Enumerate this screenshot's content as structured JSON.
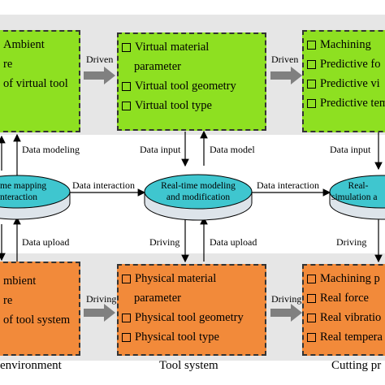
{
  "top_row": {
    "left_box": {
      "lines": [
        "Ambient",
        "re",
        "of virtual tool"
      ]
    },
    "center_box": {
      "items": [
        {
          "text": "Virtual material",
          "cont": false
        },
        {
          "text": "parameter",
          "cont": true
        },
        {
          "text": "Virtual tool geometry",
          "cont": false
        },
        {
          "text": "Virtual tool type",
          "cont": false
        }
      ]
    },
    "right_box": {
      "items": [
        {
          "text": "Machining"
        },
        {
          "text": "Predictive fo"
        },
        {
          "text": "Predictive vi"
        },
        {
          "text": "Predictive tem"
        }
      ]
    }
  },
  "labels": {
    "driven_left": "Driven",
    "driven_right": "Driven",
    "data_modeling": "Data modeling",
    "data_input_center": "Data input",
    "data_model": "Data model",
    "data_input_right": "Data input",
    "data_interaction_left": "Data interaction",
    "data_interaction_right": "Data interaction",
    "data_upload_left": "Data upload",
    "driving_center": "Driving",
    "data_upload_center": "Data upload",
    "driving_right": "Driving",
    "driving_bottom_left": "Driving",
    "driving_bottom_right": "Driving"
  },
  "ellipses": {
    "left": [
      "me mapping",
      "nteraction"
    ],
    "center": [
      "Real-time modeling",
      "and modification"
    ],
    "right": [
      "Real-",
      "simulation a"
    ]
  },
  "bottom_row": {
    "left_box": {
      "lines": [
        "mbient",
        "re",
        "of tool system"
      ]
    },
    "center_box": {
      "items": [
        {
          "text": "Physical material",
          "cont": false
        },
        {
          "text": "parameter",
          "cont": true
        },
        {
          "text": "Physical tool geometry",
          "cont": false
        },
        {
          "text": "Physical tool type",
          "cont": false
        }
      ]
    },
    "right_box": {
      "items": [
        {
          "text": "Machining p"
        },
        {
          "text": "Real force"
        },
        {
          "text": "Real vibratio"
        },
        {
          "text": "Real tempera"
        }
      ]
    }
  },
  "bottom_labels": {
    "left": "environment",
    "center": "Tool system",
    "right": "Cutting pr"
  },
  "colors": {
    "virtual_box": "#8ee021",
    "physical_box": "#f28a3a",
    "ellipse": "#3fc6cf",
    "arrow": "#808080"
  }
}
